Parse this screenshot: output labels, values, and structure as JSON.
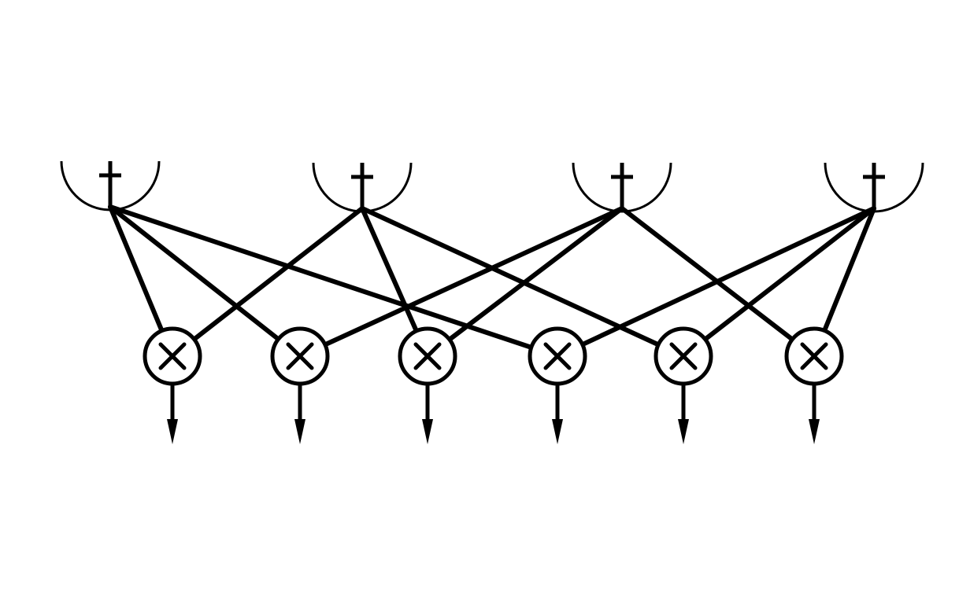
{
  "diagram": {
    "ink_color": "#000000",
    "background_color": "#ffffff",
    "sum_nodes": [
      {
        "id": "sum-1",
        "symbol": "+",
        "icon": "plus-icon"
      },
      {
        "id": "sum-2",
        "symbol": "+",
        "icon": "plus-icon"
      },
      {
        "id": "sum-3",
        "symbol": "+",
        "icon": "plus-icon"
      },
      {
        "id": "sum-4",
        "symbol": "+",
        "icon": "plus-icon"
      }
    ],
    "product_nodes": [
      {
        "id": "prod-1",
        "symbol": "×",
        "icon": "multiply-icon"
      },
      {
        "id": "prod-2",
        "symbol": "×",
        "icon": "multiply-icon"
      },
      {
        "id": "prod-3",
        "symbol": "×",
        "icon": "multiply-icon"
      },
      {
        "id": "prod-4",
        "symbol": "×",
        "icon": "multiply-icon"
      },
      {
        "id": "prod-5",
        "symbol": "×",
        "icon": "multiply-icon"
      },
      {
        "id": "prod-6",
        "symbol": "×",
        "icon": "multiply-icon"
      }
    ],
    "connections": [
      {
        "from": "sum-1",
        "to": "prod-1"
      },
      {
        "from": "sum-1",
        "to": "prod-2"
      },
      {
        "from": "sum-1",
        "to": "prod-4"
      },
      {
        "from": "sum-2",
        "to": "prod-1"
      },
      {
        "from": "sum-2",
        "to": "prod-3"
      },
      {
        "from": "sum-2",
        "to": "prod-5"
      },
      {
        "from": "sum-3",
        "to": "prod-2"
      },
      {
        "from": "sum-3",
        "to": "prod-3"
      },
      {
        "from": "sum-3",
        "to": "prod-6"
      },
      {
        "from": "sum-4",
        "to": "prod-4"
      },
      {
        "from": "sum-4",
        "to": "prod-5"
      },
      {
        "from": "sum-4",
        "to": "prod-6"
      }
    ],
    "outputs": [
      "prod-1",
      "prod-2",
      "prod-3",
      "prod-4",
      "prod-5",
      "prod-6"
    ]
  }
}
